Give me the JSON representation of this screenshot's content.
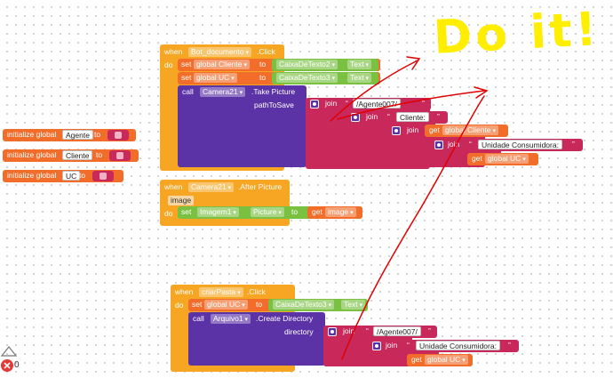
{
  "global_inits": [
    {
      "prefix": "initialize global",
      "name": "Agente",
      "to": "to"
    },
    {
      "prefix": "initialize global",
      "name": "Cliente",
      "to": "to"
    },
    {
      "prefix": "initialize global",
      "name": "UC",
      "to": "to"
    }
  ],
  "block1": {
    "when": "when",
    "component": "Bot_documento",
    "event": ".Click",
    "do": "do",
    "set1": {
      "set": "set",
      "var": "global Cliente",
      "to": "to",
      "comp": "CaixaDeTexto2",
      "prop": "Text"
    },
    "set2": {
      "set": "set",
      "var": "global UC",
      "to": "to",
      "comp": "CaixaDeTexto3",
      "prop": "Text"
    },
    "call": "call",
    "call_comp": "Camera21",
    "method": ".Take Picture",
    "param": "pathToSave",
    "join": "join",
    "str1": "/Agente007/",
    "str2": "Cliente:",
    "get": "get",
    "get1": "global Cliente",
    "str3": "Unidade Consumidora:",
    "get2": "global UC"
  },
  "block2": {
    "when": "when",
    "component": "Camera21",
    "event": ".After Picture",
    "param": "image",
    "do": "do",
    "set": "set",
    "comp": "Imagem1",
    "prop": "Picture",
    "to": "to",
    "get": "get",
    "get_var": "image"
  },
  "block3": {
    "when": "when",
    "component": "criarPasta",
    "event": ".Click",
    "do": "do",
    "set": "set",
    "var": "global UC",
    "to": "to",
    "comp": "CaixaDeTexto3",
    "prop": "Text",
    "call": "call",
    "call_comp": "Arquivo1",
    "method": ".Create Directory",
    "param": "directory",
    "join": "join",
    "str1": "/Agente007/",
    "str2": "Unidade Consumidora:",
    "get": "get",
    "get_var": "global UC"
  },
  "annotation": "Do it!",
  "warnings": {
    "errors": "0"
  },
  "colors": {
    "event": "#f6a623",
    "variable": "#f26c2a",
    "text": "#c8285a",
    "component": "#5b33a6",
    "property": "#7ac142",
    "annotation": "#ffee00",
    "arrows": "#e00000"
  }
}
